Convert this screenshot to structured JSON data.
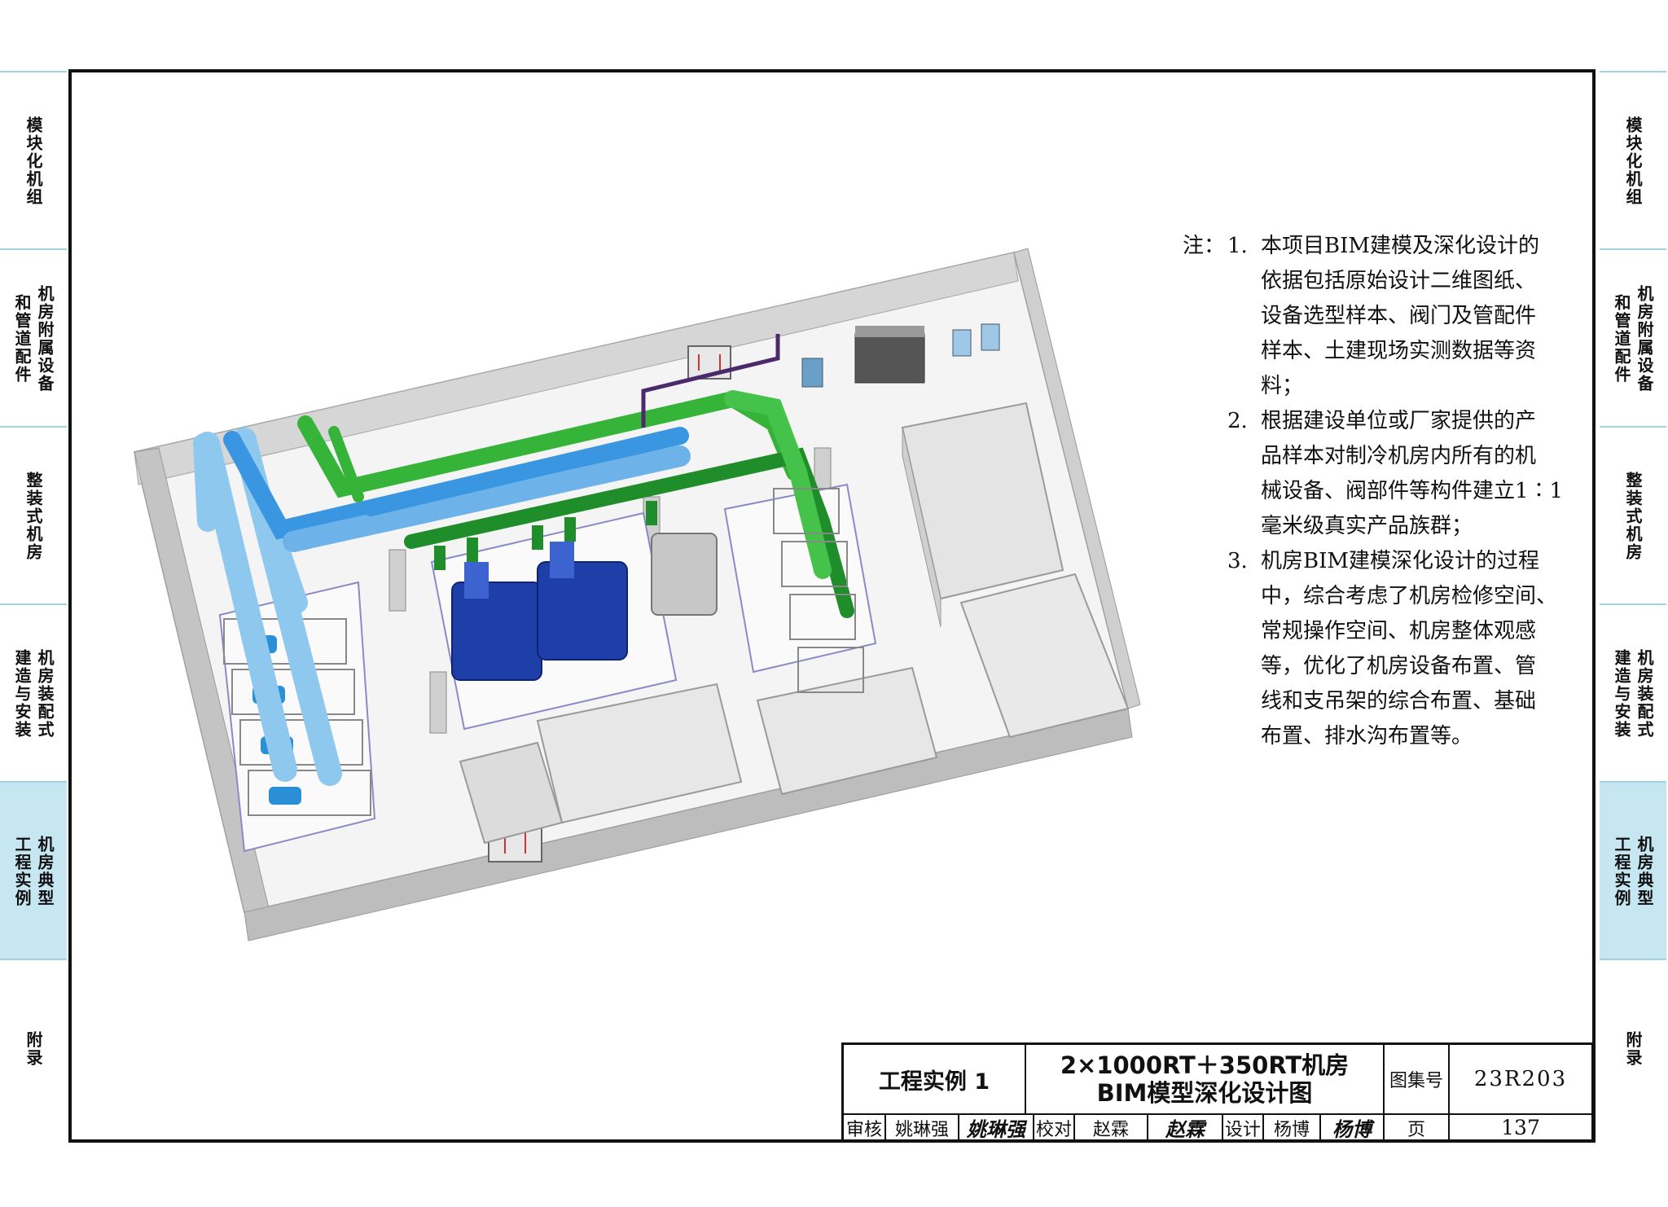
{
  "side_tabs": [
    {
      "lines": [
        "模块化机组"
      ]
    },
    {
      "lines": [
        "机房附属设备",
        "和管道配件"
      ]
    },
    {
      "lines": [
        "整装式机房"
      ]
    },
    {
      "lines": [
        "机房装配式",
        "建造与安装"
      ]
    },
    {
      "lines": [
        "机房典型",
        "工程实例"
      ],
      "active": true
    },
    {
      "lines": [
        "附录"
      ]
    }
  ],
  "notes": {
    "label": "注：",
    "items": [
      {
        "num": "1.",
        "lines": [
          "本项目BIM建模及深化设计的",
          "依据包括原始设计二维图纸、",
          "设备选型样本、阀门及管配件",
          "样本、土建现场实测数据等资",
          "料；"
        ]
      },
      {
        "num": "2.",
        "lines": [
          "根据建设单位或厂家提供的产",
          "品样本对制冷机房内所有的机",
          "械设备、阀部件等构件建立1∶1",
          "毫米级真实产品族群；"
        ]
      },
      {
        "num": "3.",
        "lines": [
          "机房BIM建模深化设计的过程",
          "中，综合考虑了机房检修空间、",
          "常规操作空间、机房整体观感",
          "等，优化了机房设备布置、管",
          "线和支吊架的综合布置、基础",
          "布置、排水沟布置等。"
        ]
      }
    ]
  },
  "title_block": {
    "project": "工程实例 1",
    "title_line1": "2×1000RT＋350RT机房",
    "title_line2": "BIM模型深化设计图",
    "atlas_label": "图集号",
    "atlas_no": "23R203",
    "review_label": "审核",
    "reviewer": "姚琳强",
    "reviewer_sig": "姚琳强",
    "check_label": "校对",
    "checker": "赵霖",
    "checker_sig": "赵霖",
    "design_label": "设计",
    "designer": "杨博",
    "designer_sig": "杨博",
    "page_label": "页",
    "page_no": "137"
  },
  "colors": {
    "light_blue_pipe": "#8ec8ef",
    "blue_pipe": "#3a96e0",
    "green_pipe": "#36b43a",
    "dark_green_pipe": "#1f8e2a",
    "chiller_blue": "#1e3fa8",
    "wall": "#c9c9c9",
    "floor": "#f4f4f4",
    "tab_active": "#c6e6f1"
  }
}
